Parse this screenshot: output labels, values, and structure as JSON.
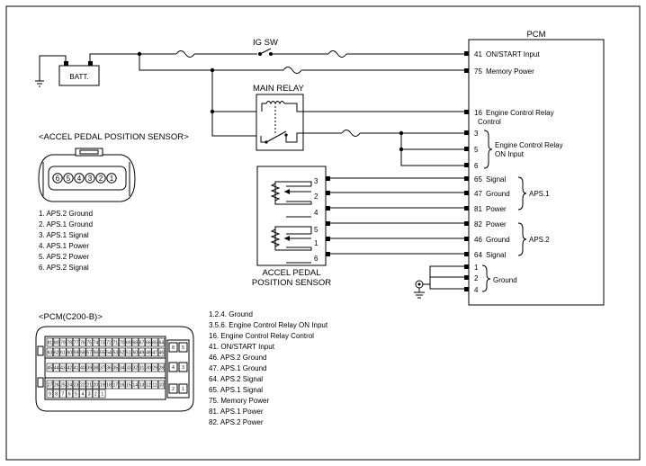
{
  "labels": {
    "pcm": "PCM",
    "ig_sw": "IG SW",
    "main_relay": "MAIN RELAY",
    "batt": "BATT.",
    "accel_header": "<ACCEL PEDAL POSITION SENSOR>",
    "sensor_name_1": "ACCEL PEDAL",
    "sensor_name_2": "POSITION SENSOR",
    "pcm_connector": "<PCM(C200-B)>",
    "aps1": "APS.1",
    "aps2": "APS.2",
    "ground": "Ground",
    "ecr_on_1": "Engine Control Relay",
    "ecr_on_2": "ON Input"
  },
  "pcm_pins": [
    {
      "num": "41",
      "label": "ON/START Input"
    },
    {
      "num": "75",
      "label": "Memory Power"
    },
    {
      "num": "16",
      "label": "Engine Control Relay"
    },
    {
      "num": "",
      "label": "Control"
    },
    {
      "num": "3",
      "label": ""
    },
    {
      "num": "5",
      "label": ""
    },
    {
      "num": "6",
      "label": ""
    },
    {
      "num": "65",
      "label": "Signal"
    },
    {
      "num": "47",
      "label": "Ground"
    },
    {
      "num": "81",
      "label": "Power"
    },
    {
      "num": "82",
      "label": "Power"
    },
    {
      "num": "46",
      "label": "Ground"
    },
    {
      "num": "64",
      "label": "Signal"
    },
    {
      "num": "1",
      "label": ""
    },
    {
      "num": "2",
      "label": ""
    },
    {
      "num": "4",
      "label": ""
    }
  ],
  "sensor_pins": [
    "3",
    "2",
    "4",
    "5",
    "1",
    "6"
  ],
  "connector_pins": [
    "6",
    "5",
    "4",
    "3",
    "2",
    "1"
  ],
  "sensor_legend": [
    "1. APS.2 Ground",
    "2. APS.1 Ground",
    "3. APS.1 Signal",
    "4. APS.1 Power",
    "5. APS.2 Power",
    "6. APS.2 Signal"
  ],
  "pcm_legend": [
    "1.2.4. Ground",
    "3.5.6. Engine Control Relay ON Input",
    "16. Engine Control Relay Control",
    "41. ON/START Input",
    "46. APS.2 Ground",
    "47. APS.1 Ground",
    "64. APS.2 Signal",
    "65. APS.1 Signal",
    "75. Memory Power",
    "81. APS.1 Power",
    "82. APS.2 Power"
  ],
  "pcm_connector_rows": {
    "top_a": [
      "81",
      "80",
      "79",
      "78",
      "77",
      "76",
      "75",
      "74",
      "73",
      "72",
      "71",
      "70",
      "69",
      "68",
      "67",
      "66",
      "65",
      "64"
    ],
    "top_b": [
      "63",
      "62",
      "61",
      "60",
      "59",
      "58",
      "57",
      "56",
      "55",
      "54",
      "53",
      "52",
      "51",
      "50",
      "49",
      "48",
      "47",
      "46"
    ],
    "mid": [
      "45",
      "44",
      "43",
      "42",
      "41",
      "40",
      "39",
      "38",
      "37",
      "36",
      "35",
      "34",
      "33",
      "32",
      "31",
      "30",
      "29",
      "28"
    ],
    "bot_a": [
      "27",
      "26",
      "25",
      "24",
      "23",
      "22",
      "21",
      "20",
      "19",
      "18",
      "17",
      "16",
      "15",
      "14",
      "13",
      "12",
      "11",
      "10"
    ],
    "bot_b": [
      "9",
      "8",
      "7",
      "6",
      "5",
      "4",
      "3",
      "2",
      "1"
    ],
    "side": [
      "8",
      "5",
      "4",
      "3",
      "2",
      "1"
    ]
  }
}
